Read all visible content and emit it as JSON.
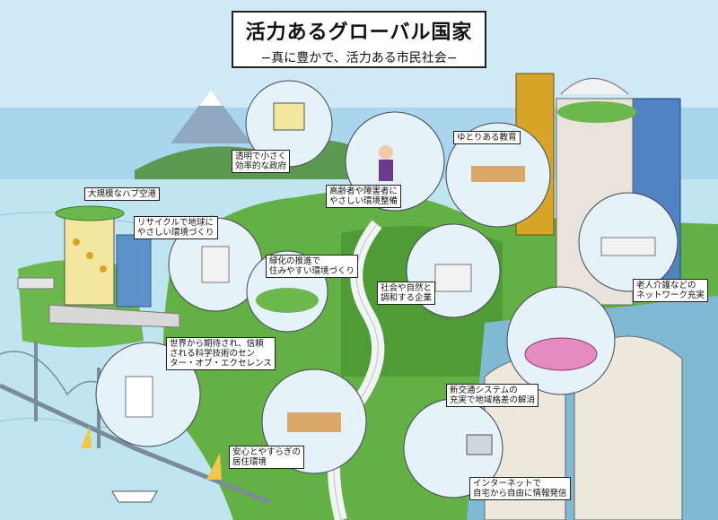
{
  "header": {
    "title": "活力あるグローバル国家",
    "subtitle": "−真に豊かで、活力ある市民社会−"
  },
  "callouts": [
    {
      "id": "hub-airport",
      "text": "大規模なハブ空港"
    },
    {
      "id": "government",
      "text": "透明で小さく\n効率的な政府"
    },
    {
      "id": "elderly-env",
      "text": "高齢者や障害者に\nやさしい環境整備"
    },
    {
      "id": "education",
      "text": "ゆとりある教育"
    },
    {
      "id": "recycling",
      "text": "リサイクルで地球に\nやさしい環境づくり"
    },
    {
      "id": "green-city",
      "text": "緑化の推進で\n住みやすい環境づくり"
    },
    {
      "id": "coexist",
      "text": "社会や自然と\n調和する企業"
    },
    {
      "id": "care-network",
      "text": "老人介護などの\nネットワーク充実"
    },
    {
      "id": "science-center",
      "text": "世界から期待され、信頼\nされる科学技術のセン\nター・オブ・エクセレンス"
    },
    {
      "id": "transport",
      "text": "新交通システムの\n充実で地域格差の解消"
    },
    {
      "id": "living",
      "text": "安心とやすらぎの\n居住環境"
    },
    {
      "id": "internet",
      "text": "インターネットで\n自宅から自由に情報発信"
    }
  ],
  "colors": {
    "sky": "#9ccfe8",
    "sea": "#b8e2ef",
    "land": "#5fae3e",
    "land_dark": "#3d8a2a",
    "road": "#e9eef0",
    "bubble": "#e6f3fa"
  }
}
